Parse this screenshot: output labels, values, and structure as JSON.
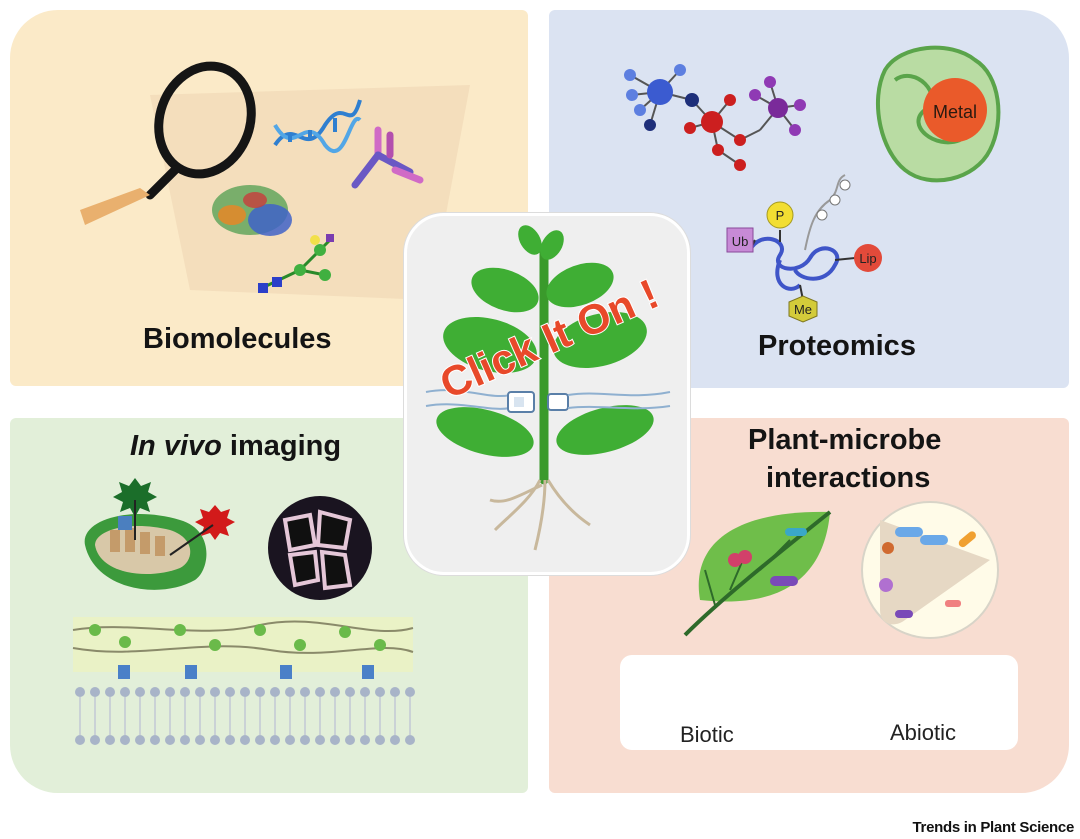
{
  "colors": {
    "biomolecules_bg": "#fbeac8",
    "proteomics_bg": "#dbe3f2",
    "in_vivo_bg": "#e2efd9",
    "plant_microbe_bg": "#f8ddd1",
    "center_bg": "#efefef",
    "click_text": "#e8492a",
    "leaf_green": "#3fae34",
    "stem_green": "#3a9a2b"
  },
  "center": {
    "title": "Click It On !"
  },
  "quadrants": {
    "biomolecules": {
      "label": "Biomolecules"
    },
    "proteomics": {
      "label": "Proteomics",
      "metal_label": "Metal",
      "ptm_labels": {
        "ub": "Ub",
        "p": "P",
        "lip": "Lip",
        "me": "Me"
      }
    },
    "in_vivo": {
      "label_italic": "In vivo",
      "label_rest": " imaging"
    },
    "plant_microbe": {
      "label_line1": "Plant-microbe",
      "label_line2": "interactions",
      "biotic_label": "Biotic",
      "abiotic_label": "Abiotic"
    }
  },
  "credit": "Trends in Plant Science",
  "icons": [
    "magnifier-icon",
    "dna-icon",
    "antibody-icon",
    "protein-structure-icon",
    "glycan-icon",
    "network-icon",
    "metal-protein-icon",
    "ptm-protein-icon",
    "chloroplast-icon",
    "fluorescent-probe-icon",
    "cell-wall-micrograph-icon",
    "membrane-icon",
    "leaf-icon",
    "root-microbes-icon",
    "virus-icon",
    "bacterium-icon",
    "water-drop-icon",
    "thermometer-icon",
    "biohazard-icon",
    "plant-icon",
    "connector-icon"
  ]
}
